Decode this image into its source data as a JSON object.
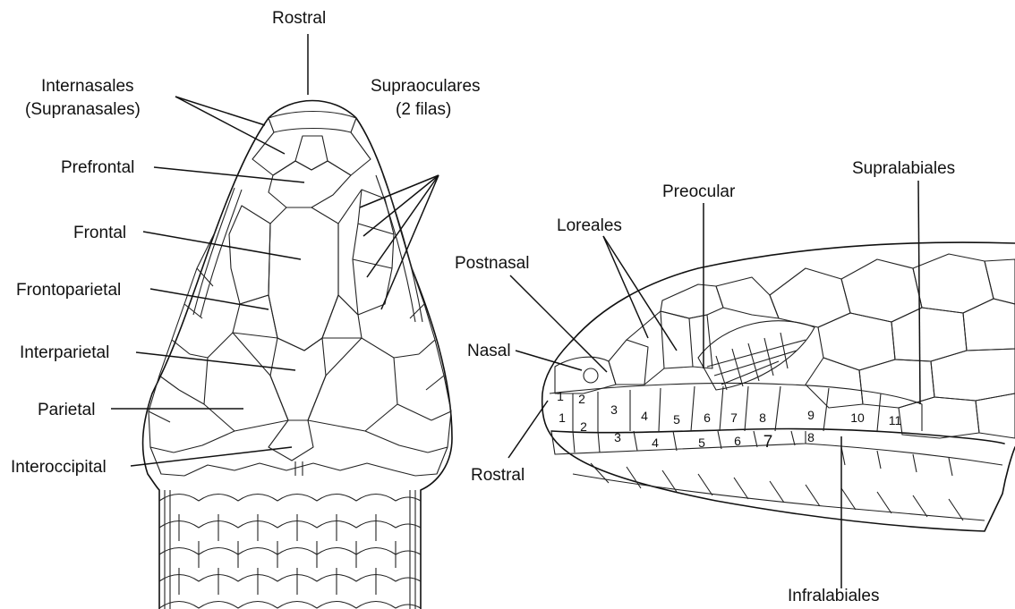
{
  "dorsal_view": {
    "labels": {
      "rostral_top": "Rostral",
      "internasales_1": "Internasales",
      "internasales_2": "(Supranasales)",
      "prefrontal": "Prefrontal",
      "frontal": "Frontal",
      "frontoparietal": "Frontoparietal",
      "interparietal": "Interparietal",
      "parietal": "Parietal",
      "interoccipital": "Interoccipital",
      "supraoculares_1": "Supraoculares",
      "supraoculares_2": "(2 filas)"
    }
  },
  "lateral_view": {
    "labels": {
      "supralabiales": "Supralabiales",
      "preocular": "Preocular",
      "loreales": "Loreales",
      "postnasal": "Postnasal",
      "nasal": "Nasal",
      "rostral_side": "Rostral",
      "infralabiales": "Infralabiales"
    },
    "supralabial_numbers": [
      "1",
      "2",
      "3",
      "4",
      "5",
      "6",
      "7",
      "8",
      "9",
      "10",
      "11"
    ],
    "infralabial_numbers": [
      "1",
      "2",
      "3",
      "4",
      "5",
      "6",
      "7",
      "8"
    ]
  }
}
